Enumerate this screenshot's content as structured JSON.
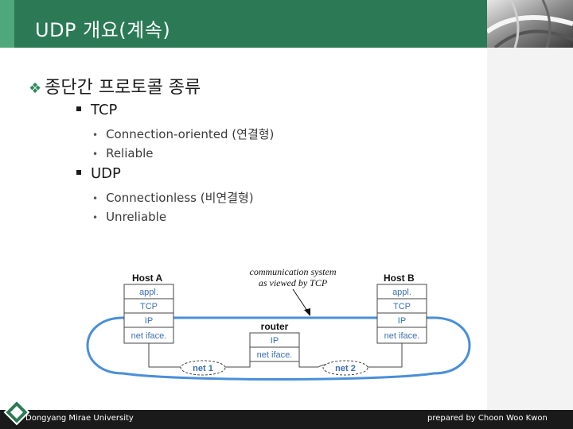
{
  "slide": {
    "title": "UDP 개요(계속)",
    "heading": "종단간 프로토콜 종류",
    "items": [
      {
        "label": "TCP",
        "sub": [
          "Connection-oriented (연결형)",
          "Reliable"
        ]
      },
      {
        "label": "UDP",
        "sub": [
          "Connectionless (비연결형)",
          "Unreliable"
        ]
      }
    ]
  },
  "diagram": {
    "caption_line1": "communication system",
    "caption_line2": "as viewed by TCP",
    "host_a": {
      "name": "Host A",
      "layers": [
        "appl.",
        "TCP",
        "IP",
        "net iface."
      ]
    },
    "host_b": {
      "name": "Host B",
      "layers": [
        "appl.",
        "TCP",
        "IP",
        "net iface."
      ]
    },
    "router": {
      "name": "router",
      "layers": [
        "IP",
        "net iface."
      ]
    },
    "net1": "net 1",
    "net2": "net 2"
  },
  "footer": {
    "left": "Dongyang Mirae University",
    "right": "prepared by Choon Woo Kwon"
  },
  "colors": {
    "header": "#2b7a55",
    "accent": "#2e8b57",
    "footer": "#1a1a1a",
    "network": "#4a8fd9"
  }
}
